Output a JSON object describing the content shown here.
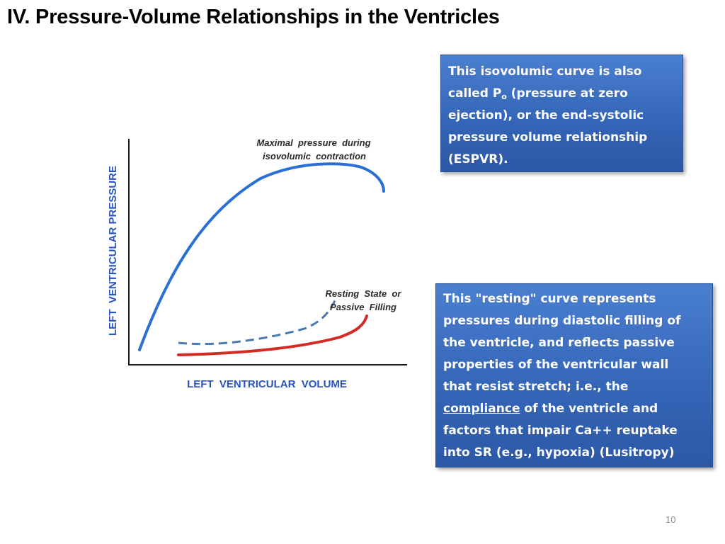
{
  "slide": {
    "title": "IV. Pressure-Volume Relationships in the Ventricles",
    "number": "10"
  },
  "diagram": {
    "y_axis_label": "LEFT  VENTRICULAR PRESSURE",
    "x_axis_label": "LEFT  VENTRICULAR  VOLUME",
    "top_curve_label_line1": "Maximal  pressure  during",
    "top_curve_label_line2": "isovolumic  contraction",
    "bottom_curve_label_line1": "Resting  State  or",
    "bottom_curve_label_line2": "Passive  Filling",
    "colors": {
      "isovolumic_curve": "#2a6fd6",
      "resting_curve": "#d42a24",
      "dashed_curve": "#4a78b0",
      "axis_label": "#2952c4",
      "axis_line": "#1a1a1a"
    }
  },
  "callout_top": {
    "line1": "This isovolumic curve is also",
    "line2_before": "called P",
    "line2_sub": "o",
    "line2_after": " (pressure at zero",
    "line3": "ejection), or the end-systolic",
    "line4": "pressure volume relationship",
    "line5": "(ESPVR)."
  },
  "callout_bottom": {
    "line1": "This \"resting\" curve represents",
    "line2": "pressures during diastolic filling of",
    "line3": "the ventricle, and reflects passive",
    "line4": "properties of the ventricular wall",
    "line5": "that resist stretch; i.e., the",
    "line6_link": "compliance",
    "line6_after": " of the ventricle and",
    "line7": "factors that impair Ca++ reuptake",
    "line8": "into SR (e.g., hypoxia) (Lusitropy)"
  },
  "colors": {
    "callout_fill": "#3a6dc0",
    "callout_border": "#2a4f92",
    "callout_text": "#ffffff",
    "slide_number": "#8a8a8a"
  }
}
